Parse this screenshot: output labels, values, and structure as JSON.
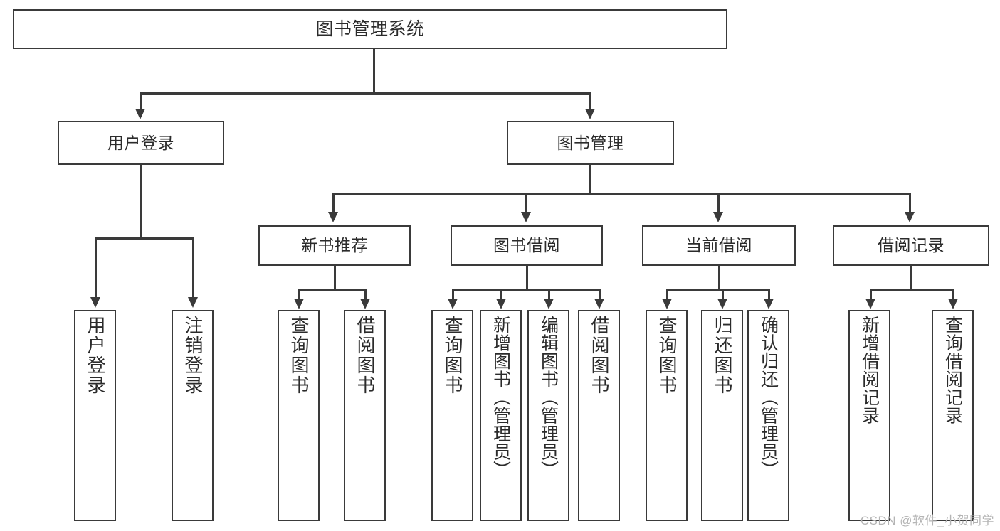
{
  "diagram": {
    "title": "图书管理系统",
    "type": "hierarchy-tree",
    "watermark": "CSDN @软件_小贺同学",
    "colors": {
      "stroke": "#3a3a3a",
      "fill": "#ffffff",
      "text": "#2b2b2b",
      "watermark": "#b4b4b4"
    },
    "root": {
      "label": "图书管理系统"
    },
    "level2": [
      {
        "label": "用户登录"
      },
      {
        "label": "图书管理"
      }
    ],
    "level3": [
      {
        "label": "新书推荐"
      },
      {
        "label": "图书借阅"
      },
      {
        "label": "当前借阅"
      },
      {
        "label": "借阅记录"
      }
    ],
    "leaves": {
      "user_login": [
        {
          "label": "用户登录"
        },
        {
          "label": "注销登录"
        }
      ],
      "new_book": [
        {
          "label": "查询图书"
        },
        {
          "label": "借阅图书"
        }
      ],
      "borrow_book": [
        {
          "label": "查询图书"
        },
        {
          "label": "新增图书（管理员）"
        },
        {
          "label": "编辑图书（管理员）"
        },
        {
          "label": "借阅图书"
        }
      ],
      "current_borrow": [
        {
          "label": "查询图书"
        },
        {
          "label": "归还图书"
        },
        {
          "label": "确认归还（管理员）"
        }
      ],
      "borrow_record": [
        {
          "label": "新增借阅记录"
        },
        {
          "label": "查询借阅记录"
        }
      ]
    }
  }
}
